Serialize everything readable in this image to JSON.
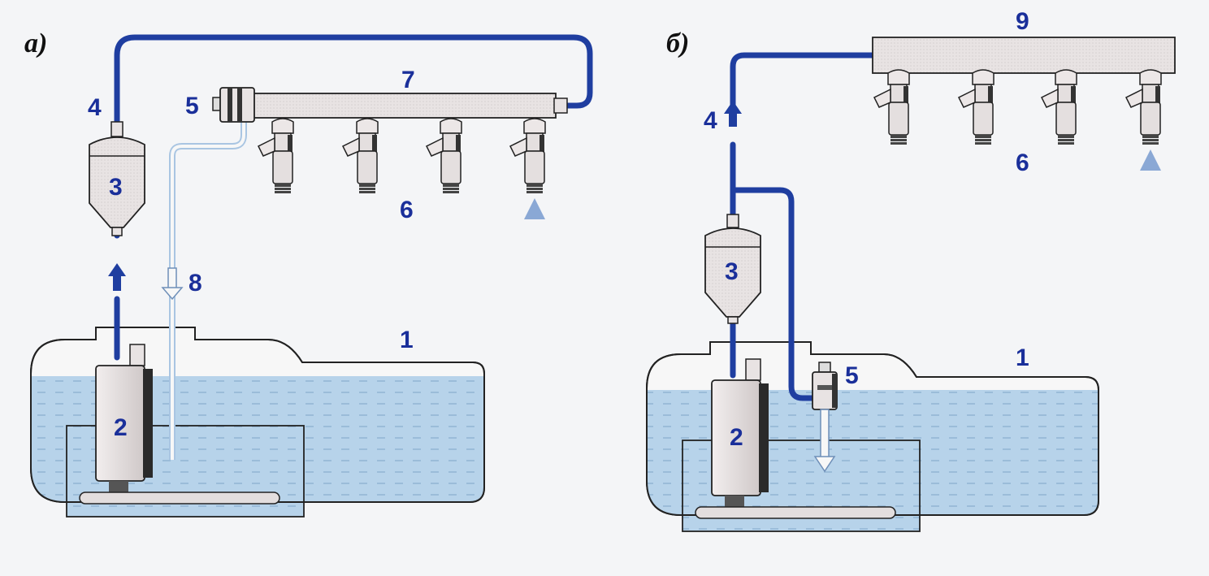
{
  "panels": [
    {
      "id": "a",
      "label": "а)",
      "numbers": {
        "tank": "1",
        "pump": "2",
        "filter": "3",
        "supply_line": "4",
        "regulator": "5",
        "injectors": "6",
        "fuel_rail": "7",
        "return_line": "8"
      }
    },
    {
      "id": "b",
      "label": "б)",
      "numbers": {
        "tank": "1",
        "pump": "2",
        "filter": "3",
        "supply_line": "4",
        "regulator": "5",
        "injectors": "6",
        "fuel_rail": "9"
      }
    }
  ],
  "colors": {
    "background": "#f4f5f7",
    "fuel_line": "#1f3ea0",
    "fuel": "#b7d3ea",
    "tank_fill": "#f7f7f7",
    "outline": "#222222",
    "component": "#e6e2e2",
    "number_text": "#1a2f9a"
  }
}
